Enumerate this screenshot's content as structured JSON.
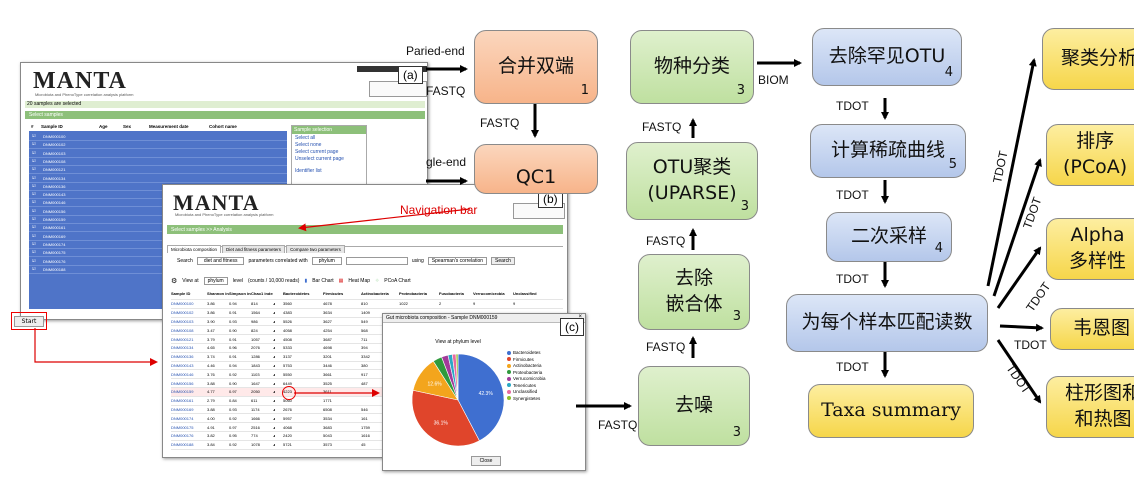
{
  "flow": {
    "merge": {
      "label": "合并双端",
      "num": "1"
    },
    "qc": {
      "label": "QC1"
    },
    "taxonomy": {
      "label": "物种分类",
      "num": "3"
    },
    "otu_cluster": {
      "label": "OTU聚类\n(UPARSE)",
      "num": "3"
    },
    "chimera": {
      "label": "去除\n嵌合体",
      "num": "3"
    },
    "denoise": {
      "label": "去噪",
      "num": "3"
    },
    "rare_otu": {
      "label": "去除罕见OTU",
      "num": "4"
    },
    "rarefaction": {
      "label": "计算稀疏曲线",
      "num": "5"
    },
    "subsample": {
      "label": "二次采样",
      "num": "4"
    },
    "match_reads": {
      "label": "为每个样本匹配读数"
    },
    "taxa_summary": {
      "label": "Taxa summary"
    },
    "cluster_analysis": {
      "label": "聚类分析"
    },
    "ordination": {
      "label": "排序\n(PCoA)"
    },
    "alpha": {
      "label": "Alpha\n多样性"
    },
    "venn": {
      "label": "韦恩图"
    },
    "bar_heat": {
      "label": "柱形图和\n和热图"
    }
  },
  "edge_labels": {
    "paired_end": "Paried-end",
    "fastq_1": "FASTQ",
    "fastq_2": "FASTQ",
    "single_end": "gle-end",
    "fastq_3": "FASTQ",
    "fastq_4": "FASTQ",
    "fastq_5": "FASTQ",
    "fastq_6": "FASTQ",
    "biom": "BIOM",
    "tdot_1": "TDOT",
    "tdot_2": "TDOT",
    "tdot_3": "TDOT",
    "tdot_4": "TDOT",
    "tdot_5": "TDOT",
    "tdot_6": "TDOT",
    "tdot_7": "TDOT",
    "tdot_8": "TDOT"
  },
  "screens": {
    "tag_a": "(a)",
    "tag_b": "(b)",
    "tag_c": "(c)",
    "logo": "MANTA",
    "logo_subtitle": "Microbiota and PhenoType correlation analysis platform",
    "samples_selected": "20 samples are selected",
    "select_samples": "Select samples",
    "columns": [
      "#",
      "Sample ID",
      "Age",
      "Sex",
      "Measurement date",
      "Cohort name"
    ],
    "sample_selection_title": "Sample selection",
    "sample_selection_items": [
      "Select all",
      "Select none",
      "Select current page",
      "Unselect current page",
      "Identifier list"
    ],
    "start_button": "Start",
    "navigation_callout": "Navigation bar",
    "breadcrumb": "Select samples  >>  Analysis",
    "tabs": [
      "Microbiota composition",
      "Diet and fitness parameters",
      "Compare two parameters"
    ],
    "search_text": "Search",
    "search_option": "diet and fitness",
    "correlated_text": "parameters correlated with",
    "phylum_option": "phylum",
    "using_text": "using",
    "spearman_option": "Spearman's correlation",
    "search_button": "Search",
    "view_at": "View at",
    "level_text": "level",
    "counts_text": "(counts / 10,000 reads)",
    "bar_chart": "Bar Chart",
    "heat_map": "Heat Map",
    "pcoa_chart": "PCoA Chart",
    "table_headers": [
      "Sample ID",
      "Shannon index",
      "Simpson index",
      "Chao1 index",
      "",
      "Bacteroidetes",
      "Firmicutes",
      "Actinobacteria",
      "Proteobacteria",
      "Fusobacteria",
      "Verrucomicrobia",
      "Unclassified"
    ],
    "table_rows": [
      [
        "DNM000100",
        "3.86",
        "0.94",
        "814",
        "",
        "3560",
        "4678",
        "810",
        "1022",
        "2",
        "9",
        "9"
      ],
      [
        "DNM000102",
        "3.86",
        "0.91",
        "1564",
        "",
        "4383",
        "3634",
        "1409",
        "",
        "",
        "",
        ""
      ],
      [
        "DNM000103",
        "3.90",
        "0.93",
        "986",
        "",
        "5526",
        "3627",
        "549",
        "",
        "",
        "",
        ""
      ],
      [
        "DNM000108",
        "3.47",
        "0.90",
        "824",
        "",
        "4058",
        "4254",
        "568",
        "",
        "",
        "",
        ""
      ],
      [
        "DNM000121",
        "3.79",
        "0.91",
        "1057",
        "",
        "4508",
        "3687",
        "711",
        "",
        "",
        "",
        ""
      ],
      [
        "DNM000134",
        "4.65",
        "0.96",
        "2076",
        "",
        "5333",
        "4698",
        "394",
        "",
        "",
        "",
        ""
      ],
      [
        "DNM000136",
        "3.74",
        "0.91",
        "1286",
        "",
        "3137",
        "3201",
        "3342",
        "",
        "",
        "",
        ""
      ],
      [
        "DNM000143",
        "4.46",
        "0.94",
        "1843",
        "",
        "5753",
        "3446",
        "380",
        "",
        "",
        "",
        ""
      ],
      [
        "DNM000146",
        "3.76",
        "0.92",
        "1103",
        "",
        "5550",
        "3661",
        "917",
        "",
        "",
        "",
        ""
      ],
      [
        "DNM000156",
        "3.88",
        "0.90",
        "1647",
        "",
        "6449",
        "3525",
        "487",
        "",
        "",
        "",
        ""
      ],
      [
        "DNM000159",
        "4.77",
        "0.97",
        "2050",
        "",
        "4223",
        "3611",
        "",
        "",
        "",
        "",
        ""
      ],
      [
        "DNM000161",
        "2.79",
        "0.84",
        "611",
        "",
        "5060",
        "1771",
        "",
        "",
        "",
        "",
        ""
      ],
      [
        "DNM000169",
        "3.88",
        "0.93",
        "1174",
        "",
        "2676",
        "6508",
        "546",
        "",
        "",
        "",
        ""
      ],
      [
        "DNM000174",
        "4.00",
        "0.92",
        "1666",
        "",
        "5957",
        "3534",
        "161",
        "",
        "",
        "",
        ""
      ],
      [
        "DNM000175",
        "4.91",
        "0.97",
        "2516",
        "",
        "4068",
        "3683",
        "1759",
        "",
        "",
        "",
        ""
      ],
      [
        "DNM000176",
        "3.82",
        "0.95",
        "774",
        "",
        "2420",
        "5043",
        "1616",
        "",
        "",
        "",
        ""
      ],
      [
        "DNM000188",
        "3.84",
        "0.92",
        "1078",
        "",
        "5721",
        "3573",
        "45",
        "",
        "",
        "",
        ""
      ]
    ],
    "popup_title": "Gut microbiota composition - Sample DNM000159",
    "popup_chart_title": "View at phylum level",
    "close_button": "Close"
  },
  "chart_data": {
    "type": "pie",
    "title": "View at phylum level",
    "categories": [
      "Bacteroidetes",
      "Firmicutes",
      "Actinobacteria",
      "Proteobacteria",
      "Verrucomicrobia",
      "Tenericutes",
      "Unclassified",
      "Synergistetes"
    ],
    "values": [
      42.3,
      36.1,
      12.6,
      3.2,
      2.3,
      1.5,
      1.3,
      0.7
    ],
    "slice_labels": [
      "42.3%",
      "36.1%",
      "12.6%"
    ],
    "colors": [
      "#3f6fd0",
      "#e0452b",
      "#f3a51d",
      "#2f9a3d",
      "#a23a9a",
      "#2aa8c4",
      "#e76aa0",
      "#8cbf2c"
    ],
    "legend": "right"
  }
}
